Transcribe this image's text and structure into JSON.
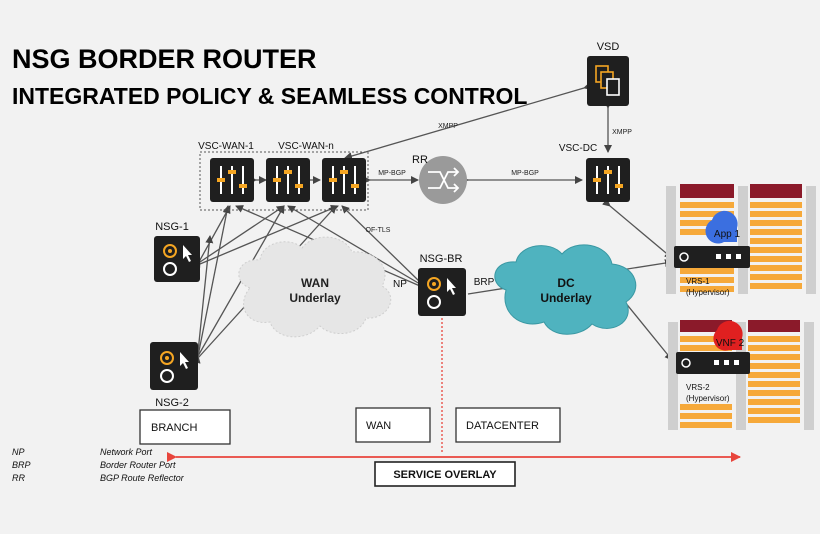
{
  "title": {
    "line1": "NSG BORDER ROUTER",
    "line2": "INTEGRATED POLICY & SEAMLESS CONTROL"
  },
  "nodes": {
    "vsd": "VSD",
    "vsc_wan_1": "VSC-WAN-1",
    "vsc_wan_n": "VSC-WAN-n",
    "rr": "RR",
    "vsc_dc": "VSC-DC",
    "nsg_1": "NSG-1",
    "nsg_2": "NSG-2",
    "nsg_br": "NSG-BR",
    "vrs_1": "VRS-1",
    "vrs_1_sub": "(Hypervisor)",
    "vrs_2": "VRS-2",
    "vrs_2_sub": "(Hypervisor)",
    "app1": "App 1",
    "vnf2": "VNF 2"
  },
  "clouds": {
    "wan": [
      "WAN",
      "Underlay"
    ],
    "dc": [
      "DC",
      "Underlay"
    ]
  },
  "links": {
    "xmpp_top": "XMPP",
    "xmpp_right": "XMPP",
    "mp_bgp_left": "MP-BGP",
    "mp_bgp_right": "MP-BGP",
    "of_tls": "OF-TLS",
    "np": "NP",
    "brp": "BRP"
  },
  "zones": {
    "branch": "BRANCH",
    "wan": "WAN",
    "datacenter": "DATACENTER",
    "service_overlay": "SERVICE OVERLAY"
  },
  "legend": [
    {
      "abbr": "NP",
      "desc": "Network Port"
    },
    {
      "abbr": "BRP",
      "desc": "Border Router Port"
    },
    {
      "abbr": "RR",
      "desc": "BGP Route Reflector"
    }
  ],
  "colors": {
    "device": "#1f1f1f",
    "accent_orange": "#f5a623",
    "rack_stripe": "#f6a93a",
    "rack_top": "#8b1a2a",
    "overlay_red": "#e8453c",
    "dc_cloud": "#4fb3bf",
    "app_blue": "#3b6fe0",
    "vnf_red": "#e02020"
  }
}
